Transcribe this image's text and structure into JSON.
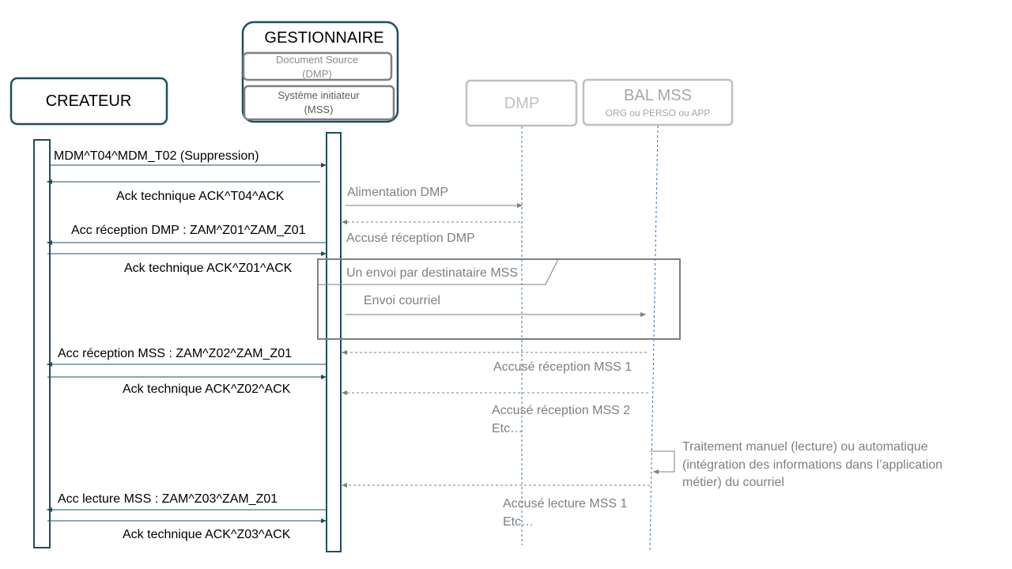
{
  "actors": {
    "createur": "CREATEUR",
    "gestionnaire": "GESTIONNAIRE",
    "doc_source": [
      "Document Source",
      "(DMP)"
    ],
    "systeme": [
      "Système initiateur",
      "(MSS)"
    ],
    "dmp": "DMP",
    "bal_title": "BAL MSS",
    "bal_sub": "ORG ou PERSO ou APP"
  },
  "messages": {
    "m1": "MDM^T04^MDM_T02 (Suppression)",
    "m2": "Ack technique ACK^T04^ACK",
    "m3": "Alimentation DMP",
    "m4": "Accusé réception DMP",
    "m5": "Acc réception DMP : ZAM^Z01^ZAM_Z01",
    "m6": "Ack technique ACK^Z01^ACK",
    "loop_label": "Un envoi par destinataire MSS",
    "m7": "Envoi courriel",
    "m8": "Acc réception MSS : ZAM^Z02^ZAM_Z01",
    "m9": "Accusé réception MSS 1",
    "m10": "Ack technique ACK^Z02^ACK",
    "m11": [
      "Accusé réception MSS 2",
      "Etc…"
    ],
    "m12": [
      "Traitement manuel (lecture) ou automatique",
      "(intégration des informations dans l’application",
      "métier) du courriel"
    ],
    "m13": "Acc lecture MSS : ZAM^Z03^ZAM_Z01",
    "m14": [
      "Accusé lecture MSS 1",
      "Etc…"
    ],
    "m15": "Ack technique ACK^Z03^ACK"
  },
  "colors": {
    "primary": "#1f4e5f",
    "grey": "#8c8c8c",
    "grey_text": "#7f7f7f",
    "dashed_blue": "#2e75b6"
  }
}
